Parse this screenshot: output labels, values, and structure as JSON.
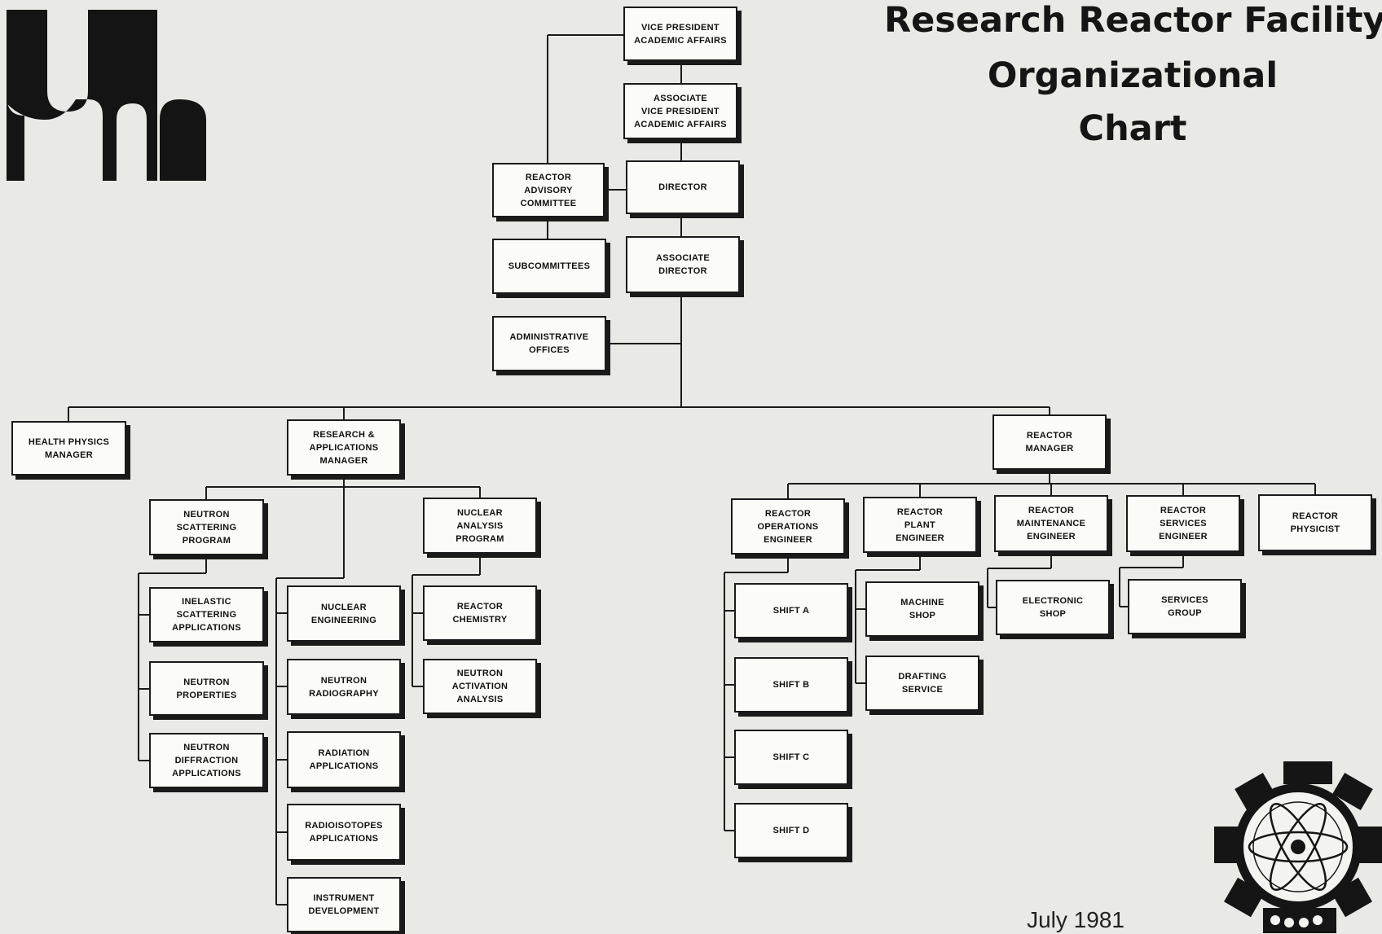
{
  "title": {
    "line1": "Research Reactor Facility",
    "line2": "Organizational",
    "line3": "Chart"
  },
  "date": "July 1981",
  "logos": {
    "university": "um-monogram",
    "reactor": "atom-seal"
  },
  "colors": {
    "background": "#e9e9e5",
    "box_fill": "#fbfbf8",
    "ink": "#1a1a1a"
  },
  "boxes": {
    "vp_academic_affairs": "VICE PRESIDENT\nACADEMIC AFFAIRS",
    "assoc_vp_academic_affairs": "ASSOCIATE\nVICE PRESIDENT\nACADEMIC AFFAIRS",
    "reactor_advisory_committee": "REACTOR\nADVISORY\nCOMMITTEE",
    "director": "DIRECTOR",
    "subcommittees": "SUBCOMMITTEES",
    "associate_director": "ASSOCIATE\nDIRECTOR",
    "administrative_offices": "ADMINISTRATIVE\nOFFICES",
    "health_physics_manager": "HEALTH PHYSICS\nMANAGER",
    "research_applications_manager": "RESEARCH &\nAPPLICATIONS\nMANAGER",
    "reactor_manager": "REACTOR\nMANAGER",
    "neutron_scattering_program": "NEUTRON\nSCATTERING\nPROGRAM",
    "nuclear_analysis_program": "NUCLEAR\nANALYSIS\nPROGRAM",
    "inelastic_scattering_applications": "INELASTIC\nSCATTERING\nAPPLICATIONS",
    "neutron_properties": "NEUTRON\nPROPERTIES",
    "neutron_diffraction_applications": "NEUTRON\nDIFFRACTION\nAPPLICATIONS",
    "nuclear_engineering": "NUCLEAR\nENGINEERING",
    "neutron_radiography": "NEUTRON\nRADIOGRAPHY",
    "radiation_applications": "RADIATION\nAPPLICATIONS",
    "radioisotopes_applications": "RADIOISOTOPES\nAPPLICATIONS",
    "instrument_development": "INSTRUMENT\nDEVELOPMENT",
    "reactor_chemistry": "REACTOR\nCHEMISTRY",
    "neutron_activation_analysis": "NEUTRON\nACTIVATION\nANALYSIS",
    "reactor_operations_engineer": "REACTOR\nOPERATIONS\nENGINEER",
    "reactor_plant_engineer": "REACTOR\nPLANT\nENGINEER",
    "reactor_maintenance_engineer": "REACTOR\nMAINTENANCE\nENGINEER",
    "reactor_services_engineer": "REACTOR\nSERVICES\nENGINEER",
    "reactor_physicist": "REACTOR\nPHYSICIST",
    "shift_a": "SHIFT  A",
    "shift_b": "SHIFT  B",
    "shift_c": "SHIFT  C",
    "shift_d": "SHIFT  D",
    "machine_shop": "MACHINE\nSHOP",
    "drafting_service": "DRAFTING\nSERVICE",
    "electronic_shop": "ELECTRONIC\nSHOP",
    "services_group": "SERVICES\nGROUP"
  }
}
